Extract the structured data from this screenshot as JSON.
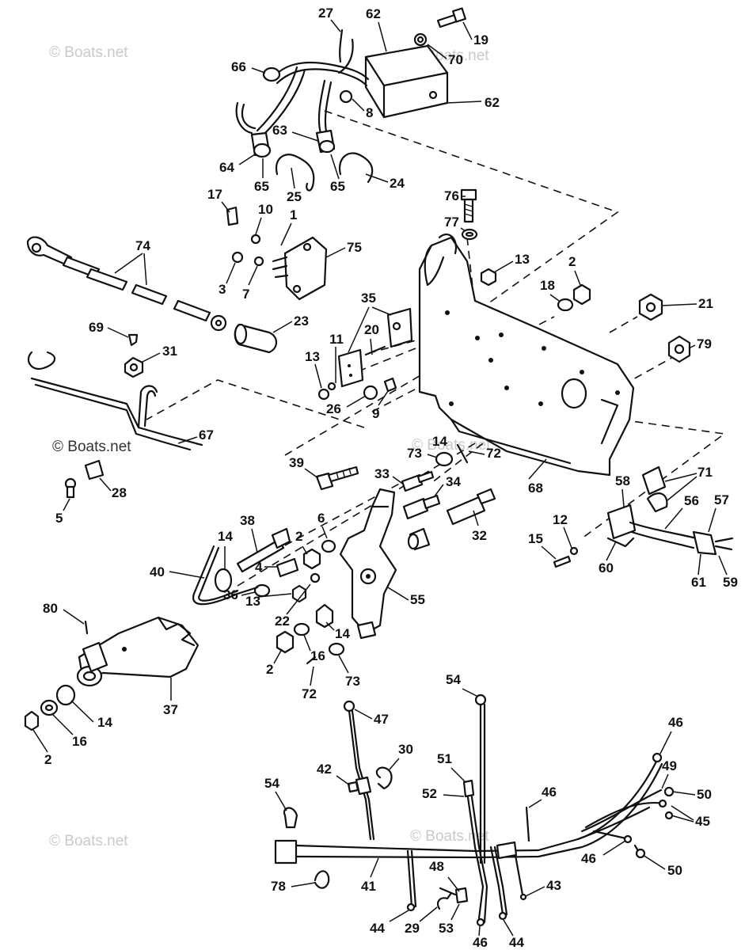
{
  "watermark": {
    "text": "© Boats.net"
  },
  "callouts": [
    "27",
    "62",
    "19",
    "70",
    "66",
    "62",
    "8",
    "63",
    "64",
    "65",
    "25",
    "65",
    "24",
    "76",
    "77",
    "17",
    "10",
    "1",
    "74",
    "75",
    "3",
    "7",
    "13",
    "2",
    "18",
    "21",
    "35",
    "69",
    "31",
    "20",
    "23",
    "11",
    "13",
    "79",
    "26",
    "9",
    "67",
    "28",
    "5",
    "73",
    "72",
    "39",
    "33",
    "34",
    "68",
    "71",
    "58",
    "56",
    "57",
    "38",
    "6",
    "32",
    "12",
    "15",
    "14",
    "2",
    "4",
    "40",
    "36",
    "13",
    "22",
    "14",
    "55",
    "60",
    "61",
    "59",
    "80",
    "14",
    "16",
    "2",
    "73",
    "72",
    "37",
    "2",
    "16",
    "14",
    "54",
    "47",
    "46",
    "30",
    "42",
    "51",
    "49",
    "50",
    "54",
    "52",
    "46",
    "45",
    "46",
    "50",
    "78",
    "41",
    "48",
    "43",
    "44",
    "29",
    "53",
    "46",
    "44"
  ]
}
